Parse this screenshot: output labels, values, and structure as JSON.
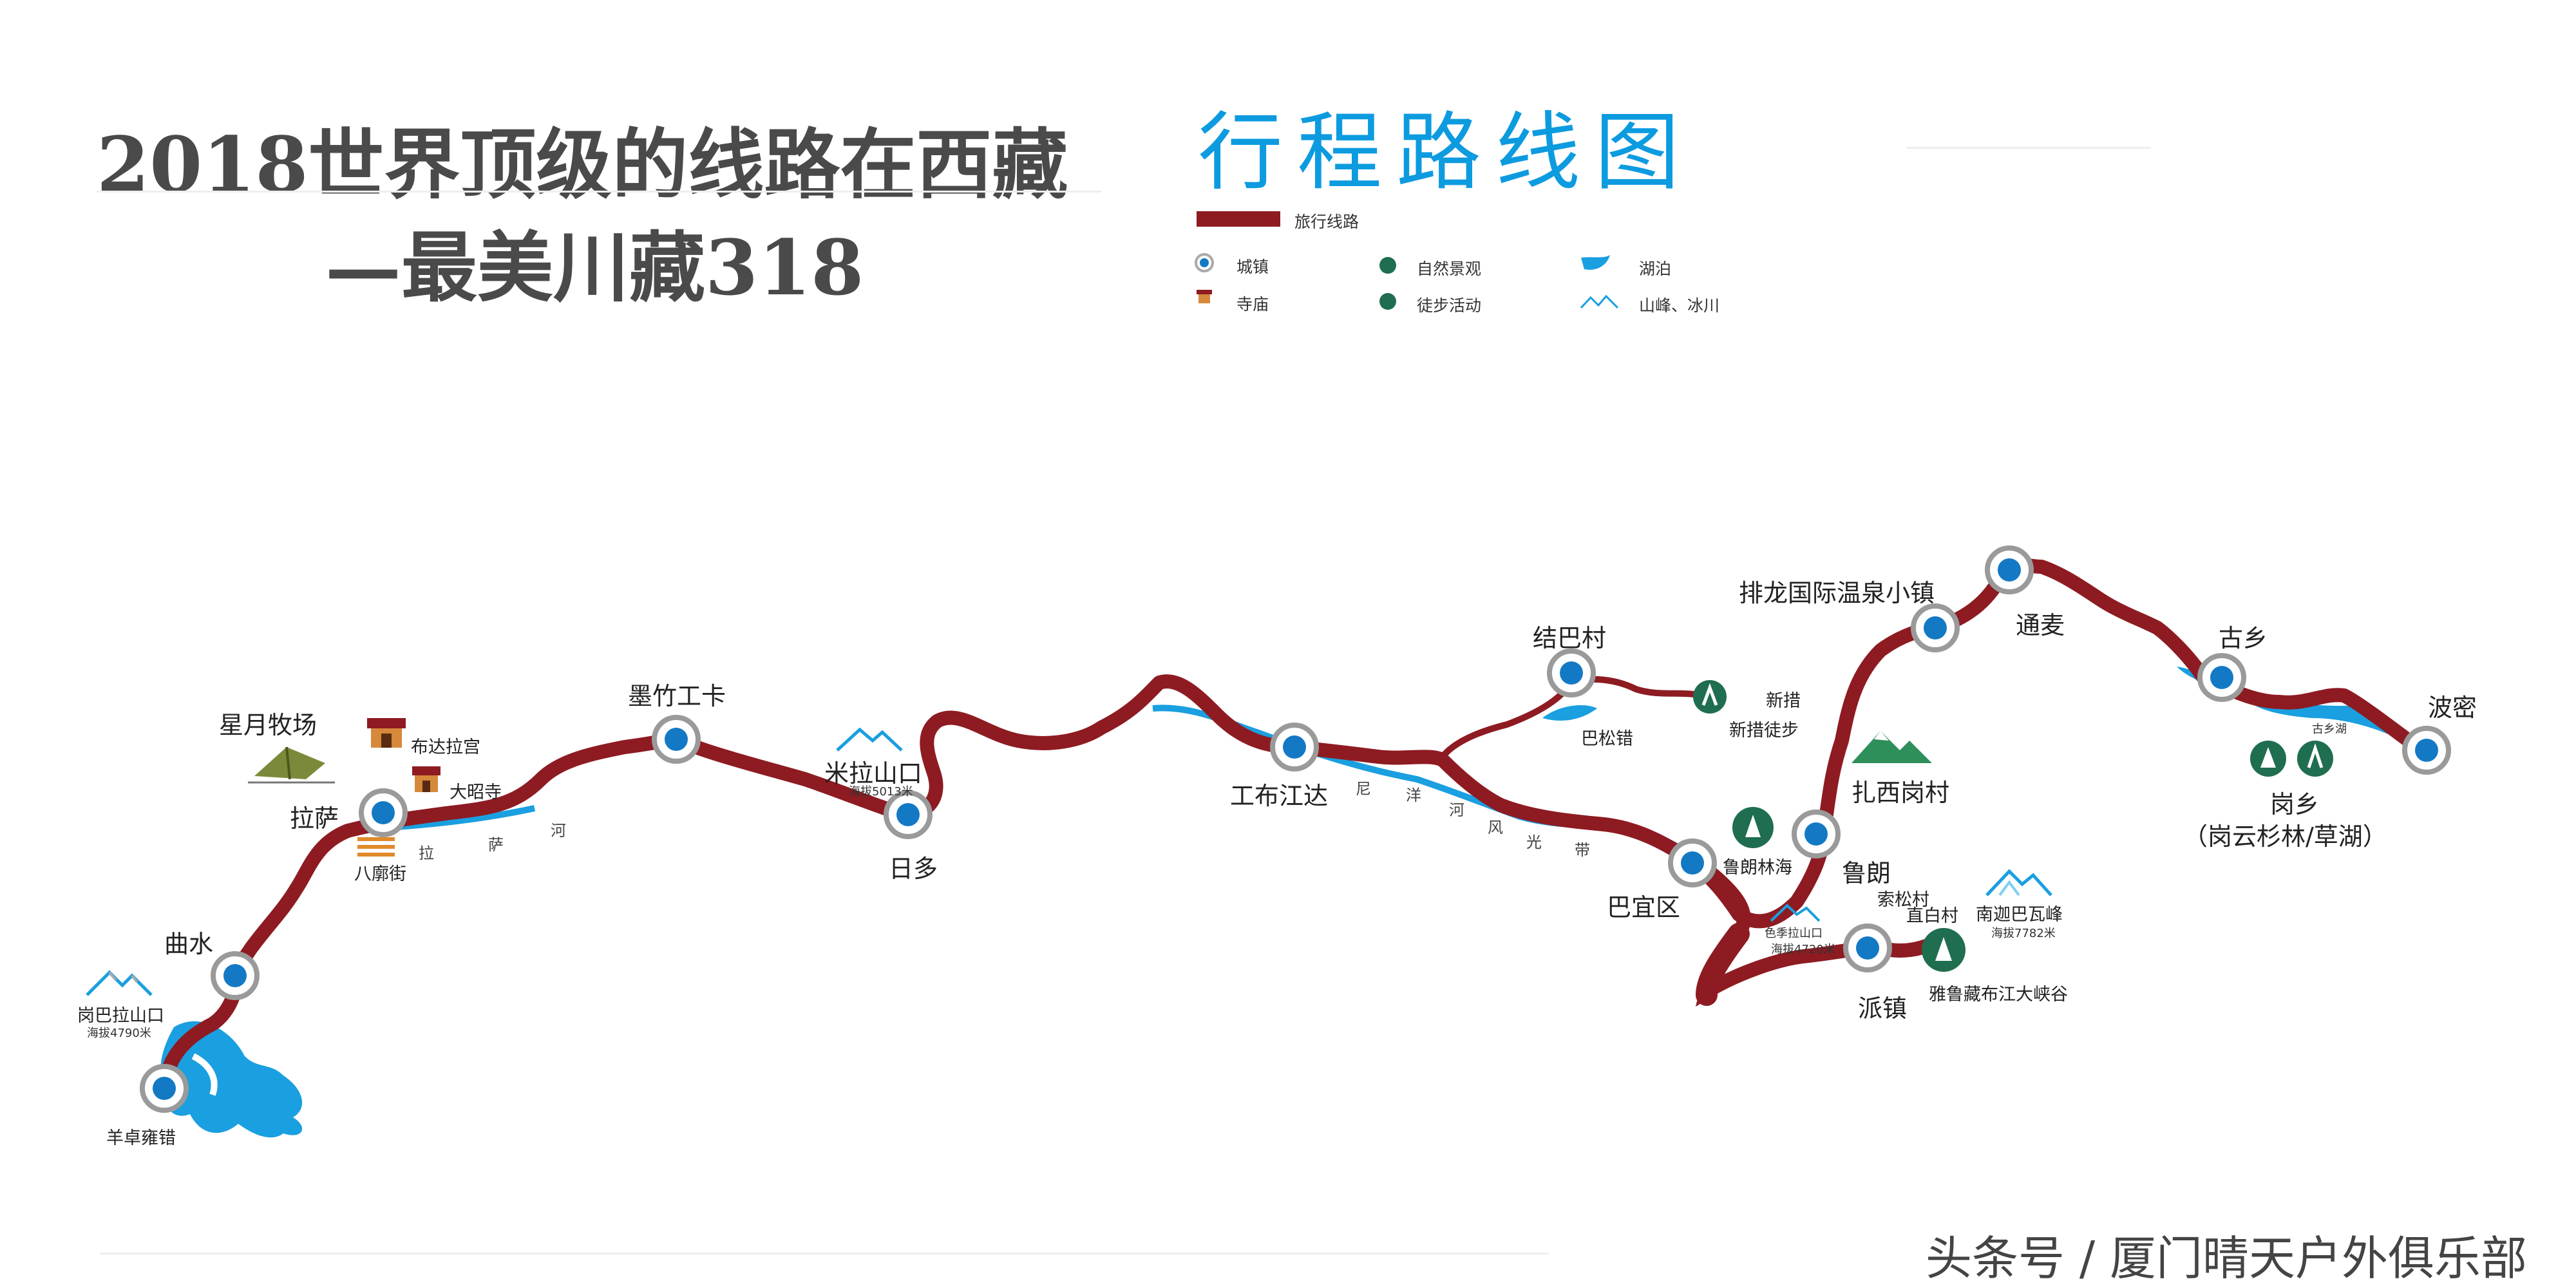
{
  "header": {
    "title_line1": "2018世界顶级的线路在西藏",
    "title_line2": "—最美川藏318",
    "map_title": "行程路线图"
  },
  "legend": {
    "route": "旅行线路",
    "town": "城镇",
    "scenery": "自然景观",
    "lake": "湖泊",
    "temple": "寺庙",
    "hiking": "徒步活动",
    "mountain": "山峰、冰川"
  },
  "towns": {
    "yangzhuo": "羊卓雍错",
    "qushui": "曲水",
    "lasa": "拉萨",
    "mozhu": "墨竹工卡",
    "riduo": "日多",
    "gongbu": "工布江达",
    "jieba": "结巴村",
    "bayi": "巴宜区",
    "lulang": "鲁朗",
    "paizhen": "派镇",
    "pailong": "排龙国际温泉小镇",
    "tongmai": "通麦",
    "guxiang": "古乡",
    "bomi": "波密"
  },
  "places": {
    "gangbala": "岗巴拉山口",
    "gangbala_alt": "海拔4790米",
    "xingyue": "星月牧场",
    "budala": "布达拉宫",
    "dazhao": "大昭寺",
    "bakuo": "八廓街",
    "mila": "米拉山口",
    "mila_alt": "海拔5013米",
    "basong": "巴松错",
    "xincuo": "新措",
    "xincuo_hike": "新措徒步",
    "zhaxi": "扎西岗村",
    "lulang_forest": "鲁朗林海",
    "sejila": "色季拉山口",
    "sejila_alt": "海拔4720米",
    "suosong": "索松村",
    "zhibai": "直白村",
    "namjagbarwa": "南迦巴瓦峰",
    "namjagbarwa_alt": "海拔7782米",
    "canyon": "雅鲁藏布江大峡谷",
    "guxiang_lake": "古乡湖",
    "gangxiang": "岗乡",
    "gangxiang_sub": "（岗云杉林/草湖）"
  },
  "rivers": {
    "lhasa_river": [
      "拉",
      "萨",
      "河"
    ],
    "nyang_river": [
      "尼",
      "洋",
      "河",
      "风",
      "光",
      "带"
    ]
  },
  "watermark": "头条号 / 厦门晴天户外俱乐部",
  "colors": {
    "route": "#8e1b22",
    "river": "#1a9fe0",
    "town_dot": "#1479c4",
    "scenery": "#1f6e4f",
    "title_blue": "#0d9be0"
  }
}
